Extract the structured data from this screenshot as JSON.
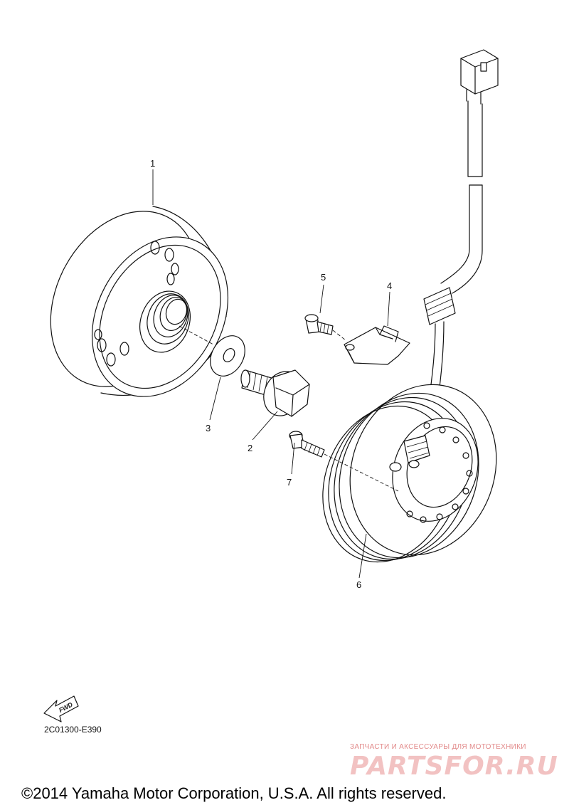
{
  "callouts": {
    "p1": "1",
    "p2": "2",
    "p3": "3",
    "p4": "4",
    "p5": "5",
    "p6": "6",
    "p7": "7"
  },
  "fwd_label": "FWD",
  "diagram_code": "2C01300-E390",
  "watermark": {
    "tagline": "ЗАПЧАСТИ И АКСЕССУАРЫ ДЛЯ МОТОТЕХНИКИ",
    "logo": "PARTSFOR.RU"
  },
  "copyright": "©2014 Yamaha Motor Corporation, U.S.A. All rights reserved."
}
